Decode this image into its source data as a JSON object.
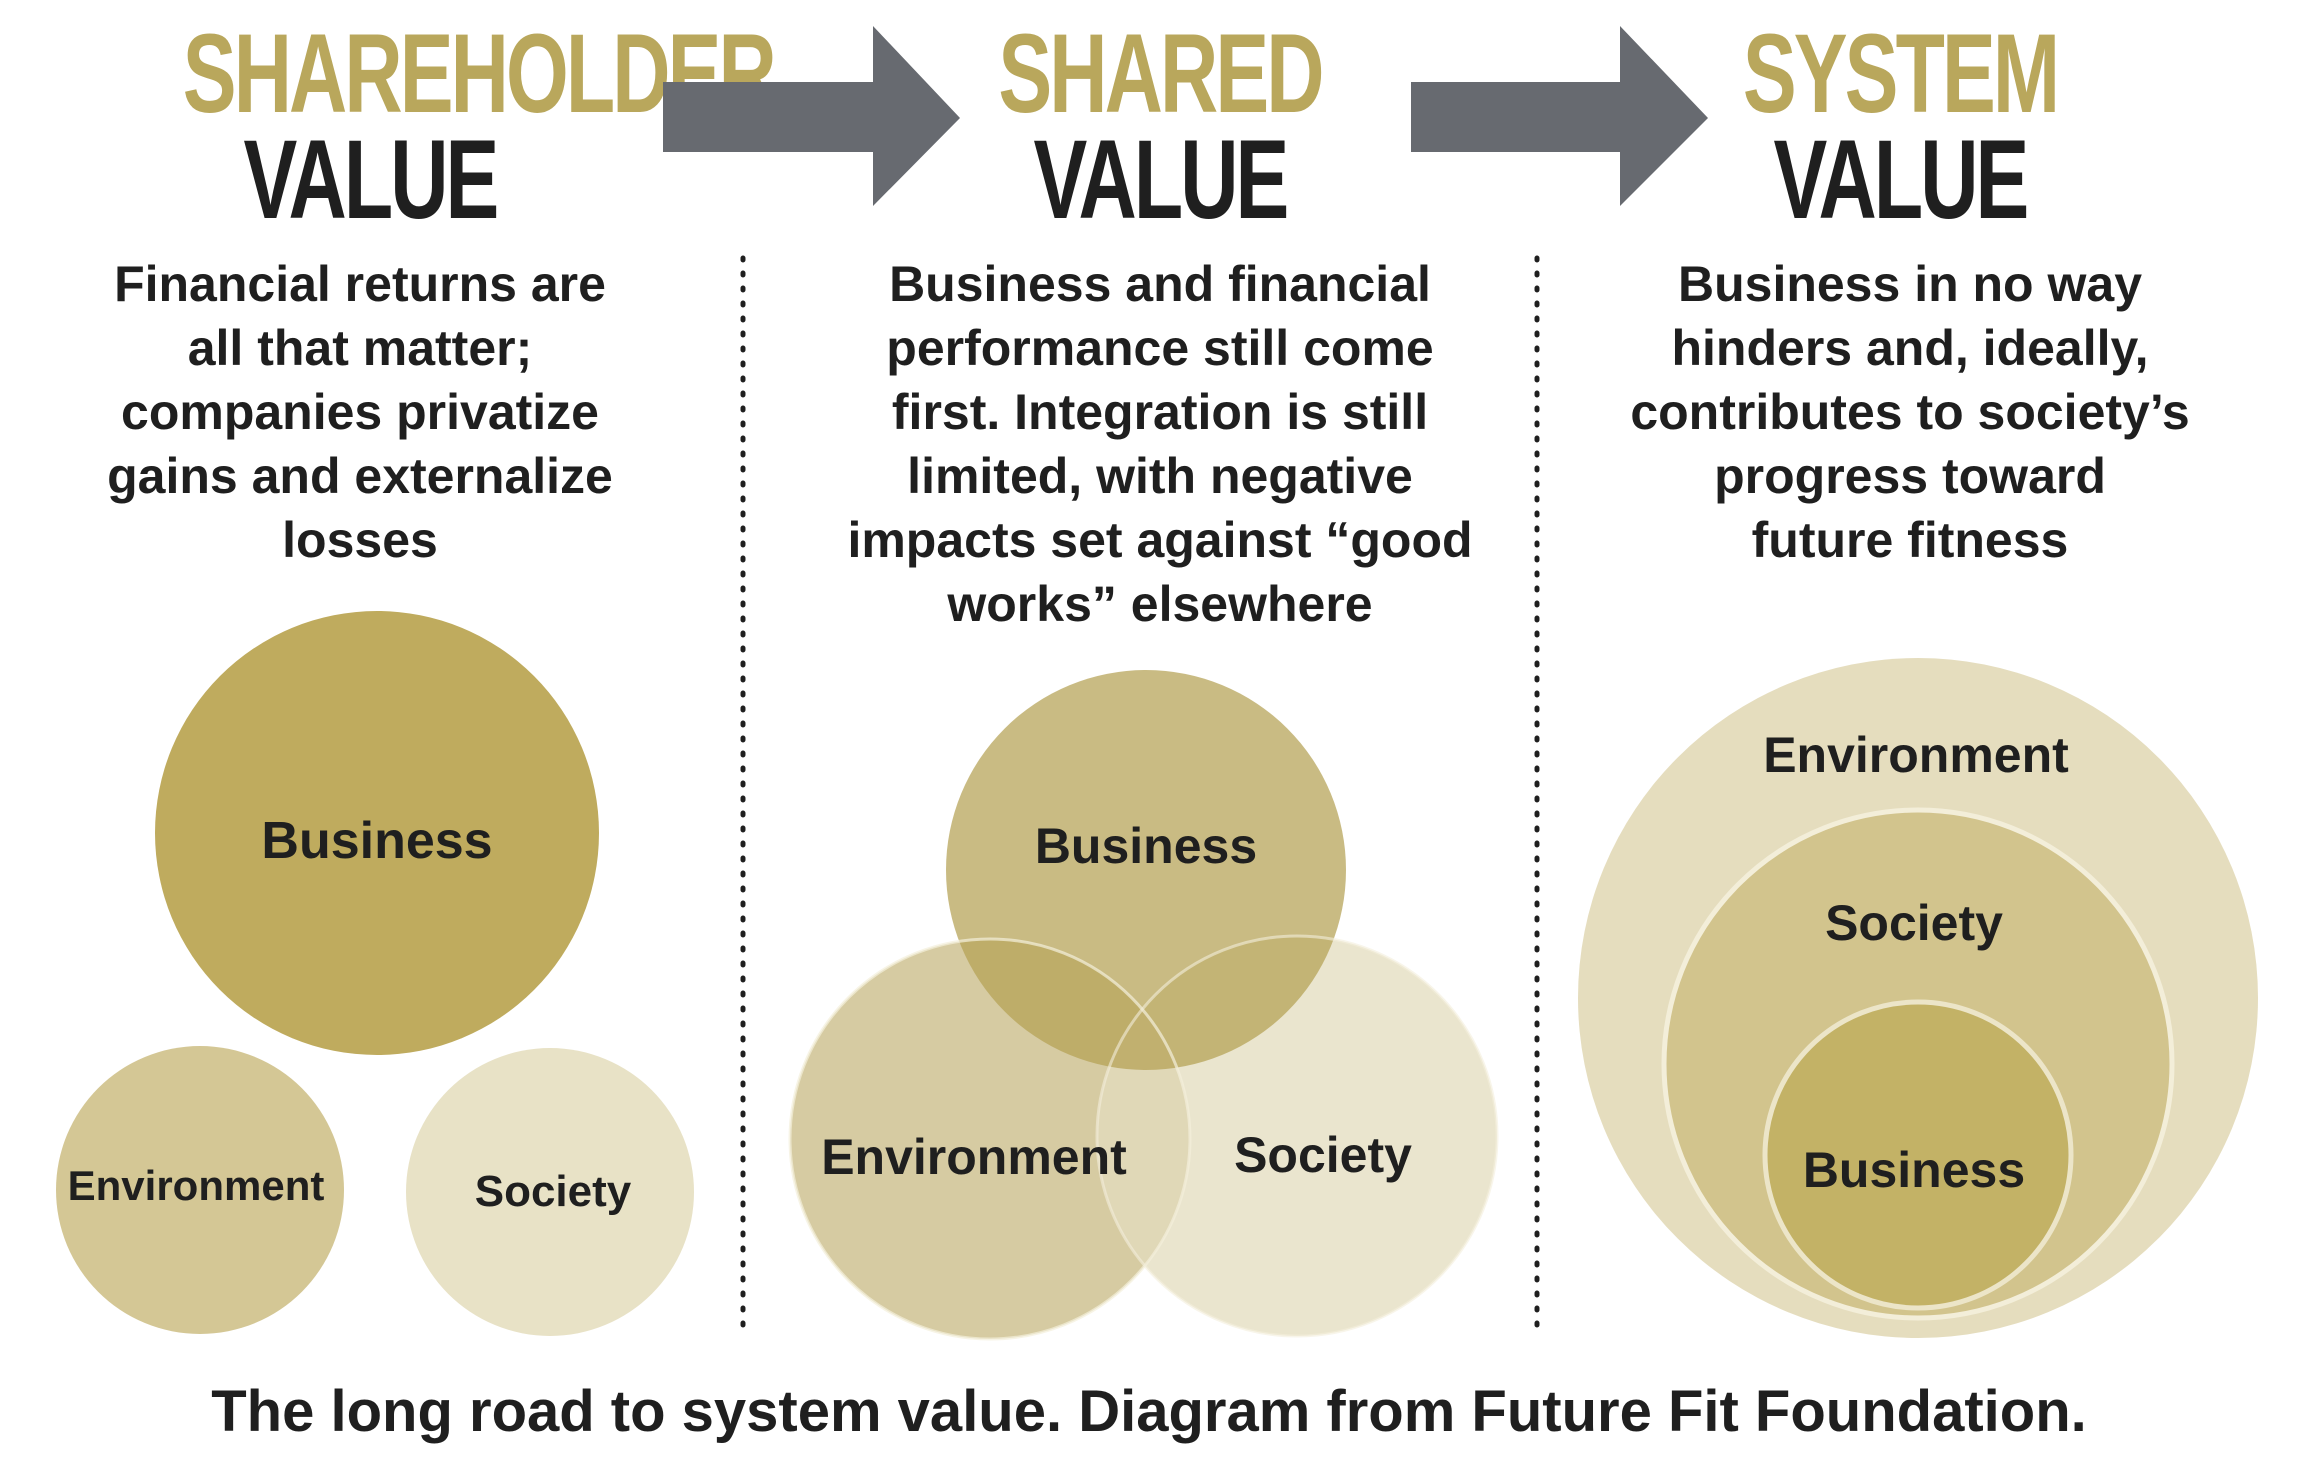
{
  "columns": [
    {
      "heading_top": "SHAREHOLDER",
      "heading_bottom": "VALUE",
      "description": [
        "Financial returns are",
        "all that matter;",
        "companies privatize",
        "gains and externalize",
        "losses"
      ],
      "circles": {
        "business": "Business",
        "environment": "Environment",
        "society": "Society"
      }
    },
    {
      "heading_top": "SHARED",
      "heading_bottom": "VALUE",
      "description": [
        "Business and financial",
        "performance still come",
        "first. Integration is still",
        "limited, with negative",
        "impacts set against “good",
        "works” elsewhere"
      ],
      "circles": {
        "business": "Business",
        "environment": "Environment",
        "society": "Society"
      }
    },
    {
      "heading_top": "SYSTEM",
      "heading_bottom": "VALUE",
      "description": [
        "Business in no way",
        "hinders and, ideally,",
        "contributes to society’s",
        "progress toward",
        "future fitness"
      ],
      "circles": {
        "environment": "Environment",
        "society": "Society",
        "business": "Business"
      }
    }
  ],
  "caption": "The long road to system value. Diagram from Future Fit Foundation.",
  "colors": {
    "gold_heading": "#b9a75c",
    "dark_text": "#1f1f1f",
    "arrow": "#676a70",
    "business": "#bfab5e",
    "environment": "#d4c795",
    "society": "#e8e2c6"
  }
}
